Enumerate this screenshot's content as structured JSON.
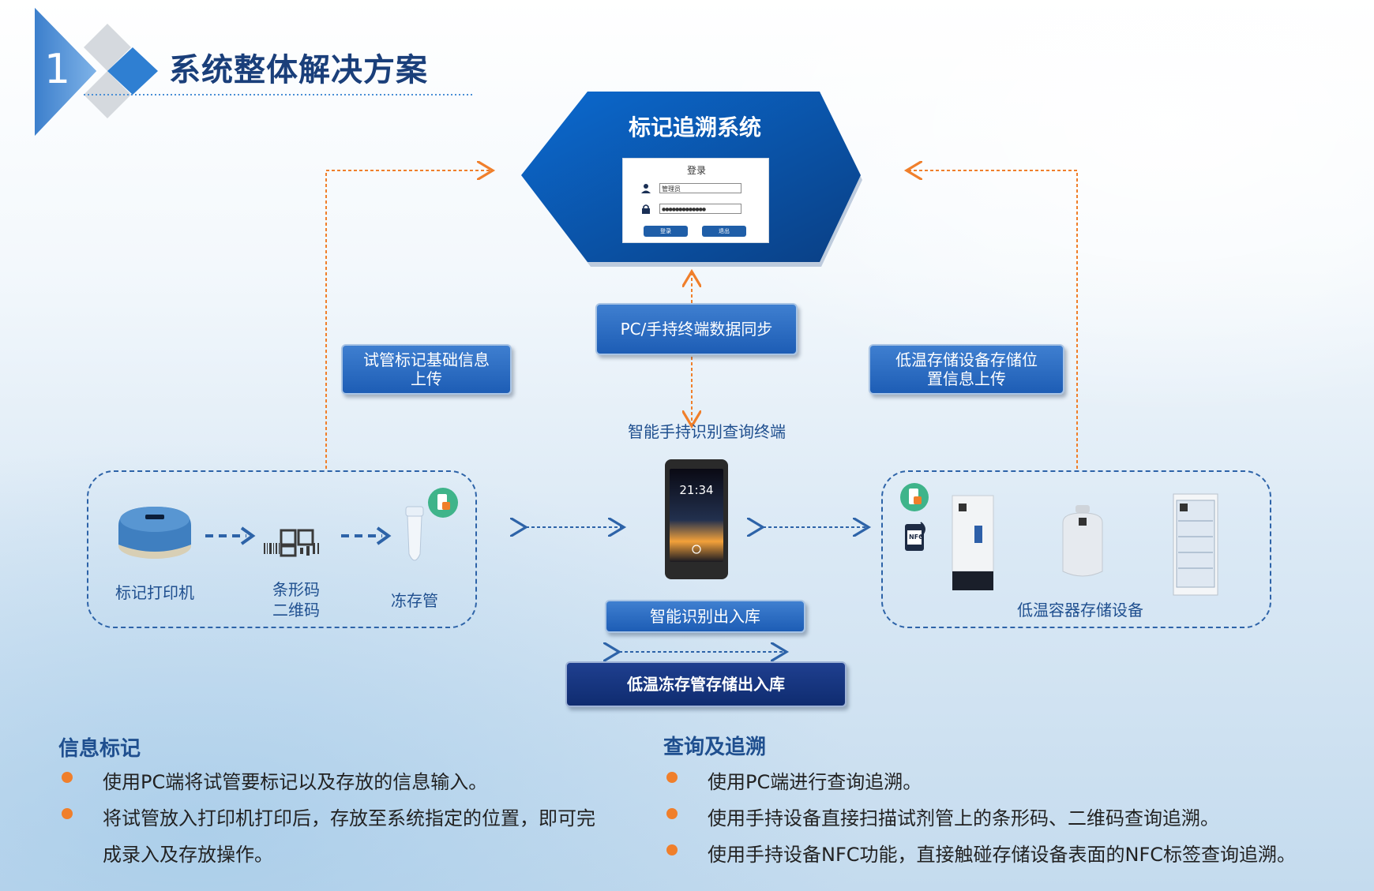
{
  "header": {
    "section_number": "1",
    "title": "系统整体解决方案"
  },
  "system": {
    "title": "标记追溯系统",
    "login": {
      "heading": "登录",
      "username": "管理员",
      "password": "●●●●●●●●●●●●●",
      "login_button": "登录",
      "exit_button": "退出"
    }
  },
  "flow_labels": {
    "sync": "PC/手持终端数据同步",
    "tube_upload": [
      "试管标记基础信息",
      "上传"
    ],
    "storage_upload": [
      "低温存储设备存储位",
      "置信息上传"
    ],
    "handheld_terminal": "智能手持识别查询终端",
    "smart_io": "智能识别出入库",
    "cryo_io": "低温冻存管存储出入库"
  },
  "left_panel": {
    "printer": "标记打印机",
    "code": [
      "条形码",
      "二维码"
    ],
    "tube": "冻存管"
  },
  "right_panel": {
    "label": "低温容器存储设备",
    "nfc": "NFC"
  },
  "phone": {
    "time": "21:34"
  },
  "sections": {
    "marking": {
      "heading": "信息标记",
      "bullets": [
        [
          "使用PC端将试管要标记以及存放的信息输入。"
        ],
        [
          "将试管放入打印机打印后，存放至系统指定的位置，即可完",
          "成录入及存放操作。"
        ]
      ]
    },
    "query": {
      "heading": "查询及追溯",
      "bullets": [
        "使用PC端进行查询追溯。",
        "使用手持设备直接扫描试剂管上的条形码、二维码查询追溯。",
        "使用手持设备NFC功能，直接触碰存储设备表面的NFC标签查询追溯。"
      ]
    }
  },
  "colors": {
    "title": "#1a3f7a",
    "accent_orange": "#f07f2b",
    "pill_blue": "#1d5db5",
    "pill_dark": "#0f2c70",
    "hex_blue": "#0a5cb0"
  }
}
